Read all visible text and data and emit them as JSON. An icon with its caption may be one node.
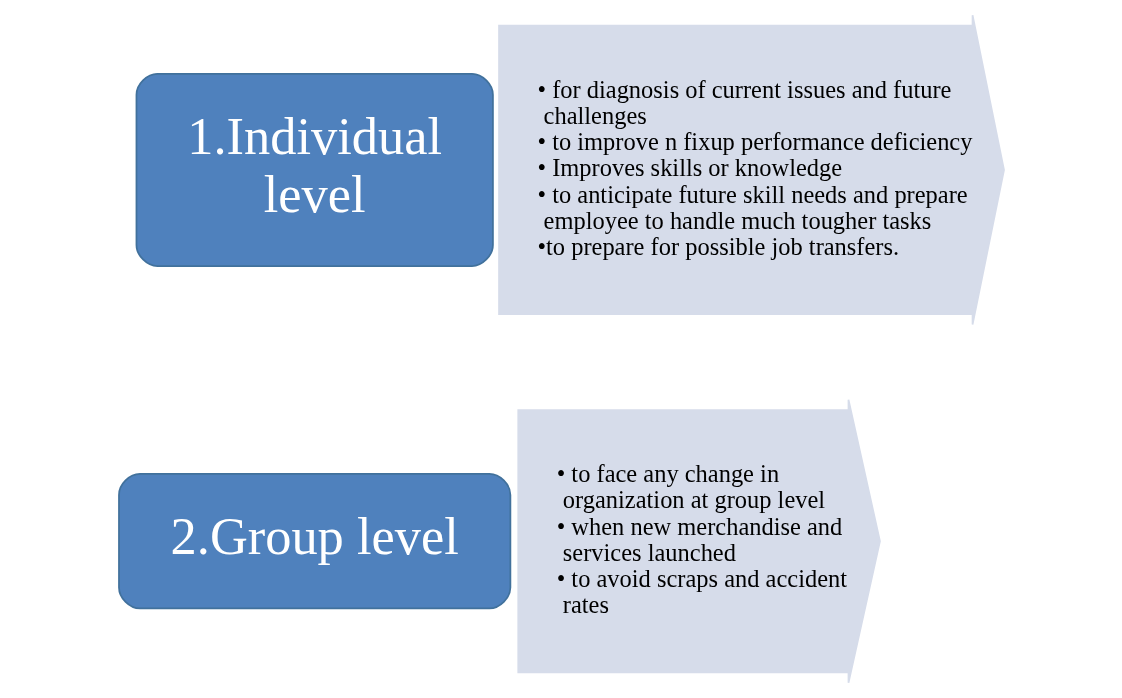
{
  "diagram": {
    "nodes": [
      {
        "text": [
          "1.Individual level"
        ]
      },
      {
        "text": [
          "• for diagnosis of current issues and future challenges",
          "• to improve n fixup performance deficiency",
          "• Improves skills or knowledge",
          "• to anticipate future skill needs and prepare employee to handle much tougher tasks",
          "•to prepare for possible job transfers."
        ]
      },
      {
        "text": [
          "2.Group level"
        ]
      },
      {
        "text": [
          "• to face any change in organization at group level",
          "• when new merchandise and services launched",
          "• to avoid scraps and accident rates"
        ]
      }
    ]
  }
}
